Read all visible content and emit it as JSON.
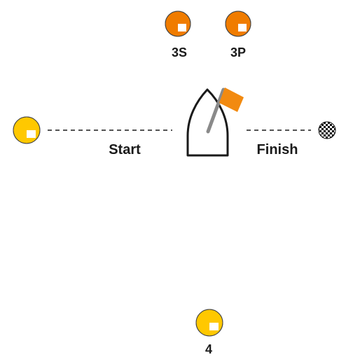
{
  "colors": {
    "orange_mark": "#f07c00",
    "yellow_mark": "#ffc800",
    "flag": "#f28a10",
    "boat_outline": "#1a1a1a",
    "mast": "#8a8a8a",
    "line_dash": "#1a1a1a"
  },
  "marks": {
    "mark_3s": {
      "label": "3S",
      "color": "orange",
      "icon": "rounding-mark-icon"
    },
    "mark_3p": {
      "label": "3P",
      "color": "orange",
      "icon": "rounding-mark-icon"
    },
    "mark_4": {
      "label": "4",
      "color": "yellow",
      "icon": "rounding-mark-icon"
    },
    "start_pin": {
      "label": "",
      "color": "yellow",
      "icon": "start-pin-mark-icon"
    }
  },
  "lines": {
    "start_label": "Start",
    "finish_label": "Finish"
  },
  "icons": {
    "committee_boat": "committee-boat-icon",
    "flag": "orange-flag-icon",
    "finish": "checkered-flag-icon"
  }
}
